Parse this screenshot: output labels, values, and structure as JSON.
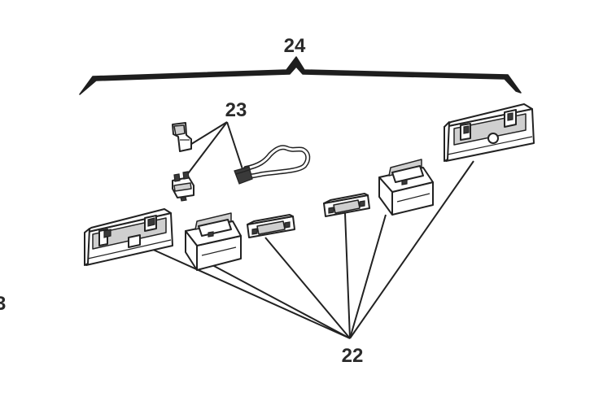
{
  "callouts": {
    "assembly": "24",
    "wiring": "23",
    "parts": "22"
  },
  "edge_fragment": "3"
}
